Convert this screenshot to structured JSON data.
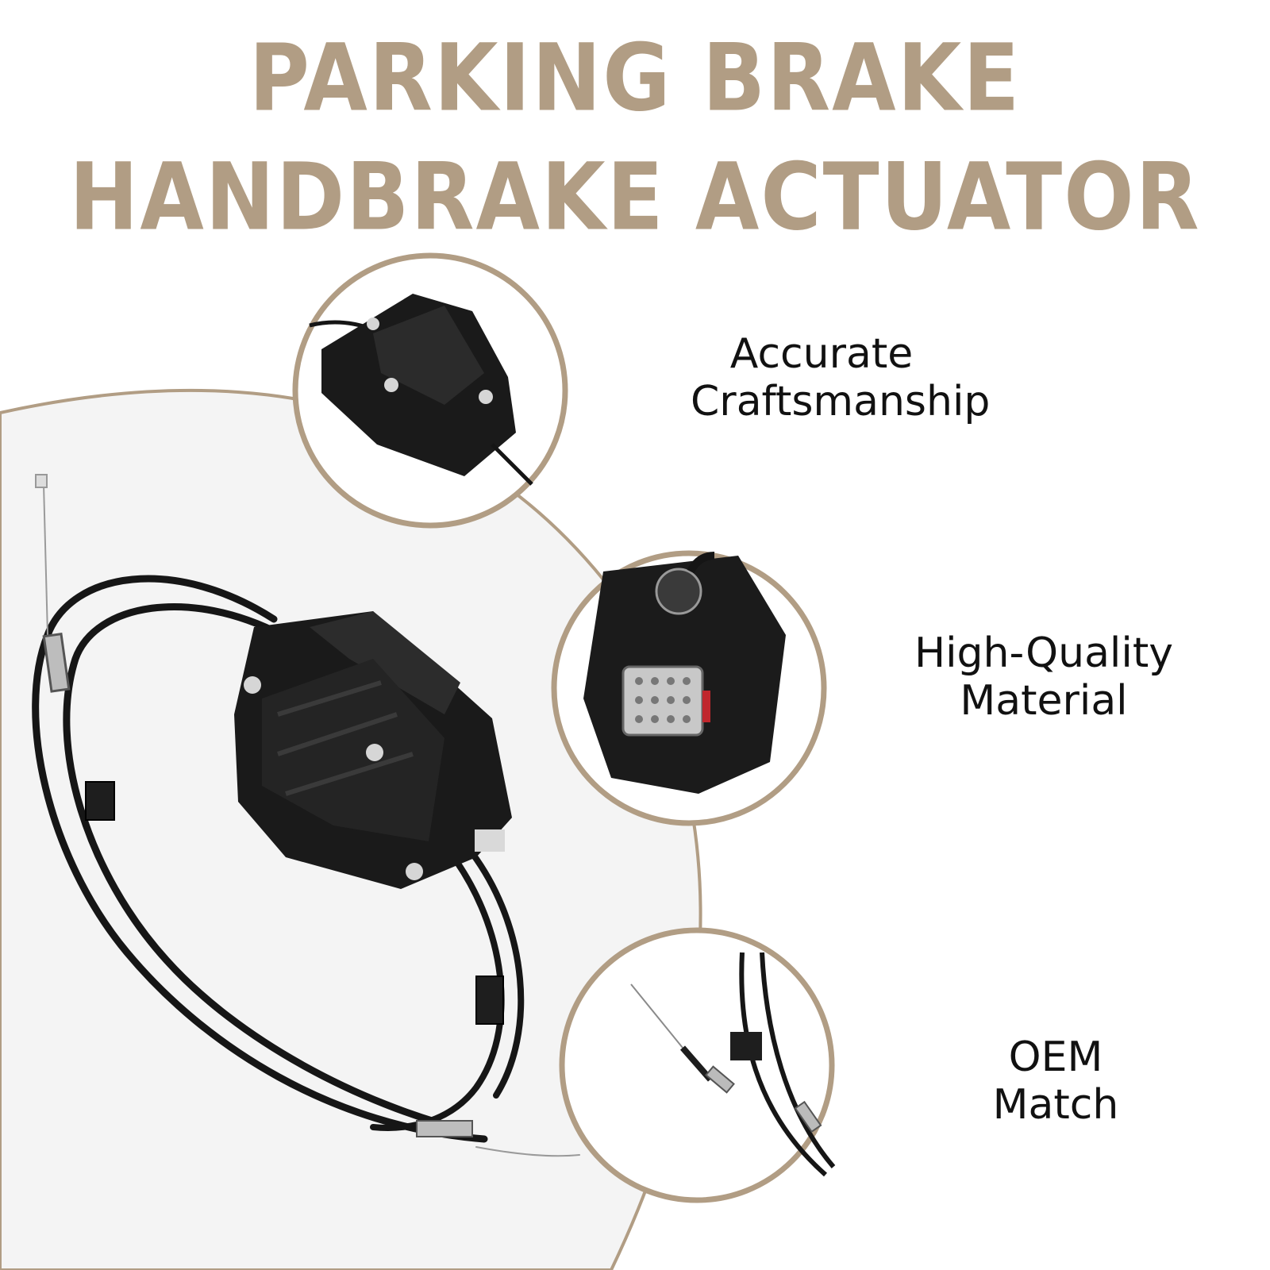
{
  "headline": {
    "line1": "PARKING BRAKE",
    "line2": "HANDBRAKE ACTUATOR"
  },
  "features": [
    {
      "line1": "Accurate",
      "line2": "Craftsmanship",
      "icon": "actuator-top-view-thumbnail"
    },
    {
      "line1": "High-Quality",
      "line2": "Material",
      "icon": "connector-closeup-thumbnail"
    },
    {
      "line1": "OEM",
      "line2": "Match",
      "icon": "cable-end-thumbnail"
    }
  ],
  "colors": {
    "accent": "#b19d84",
    "background": "#ffffff",
    "panel": "#f4f4f4",
    "text": "#111111",
    "product": "#141414"
  }
}
